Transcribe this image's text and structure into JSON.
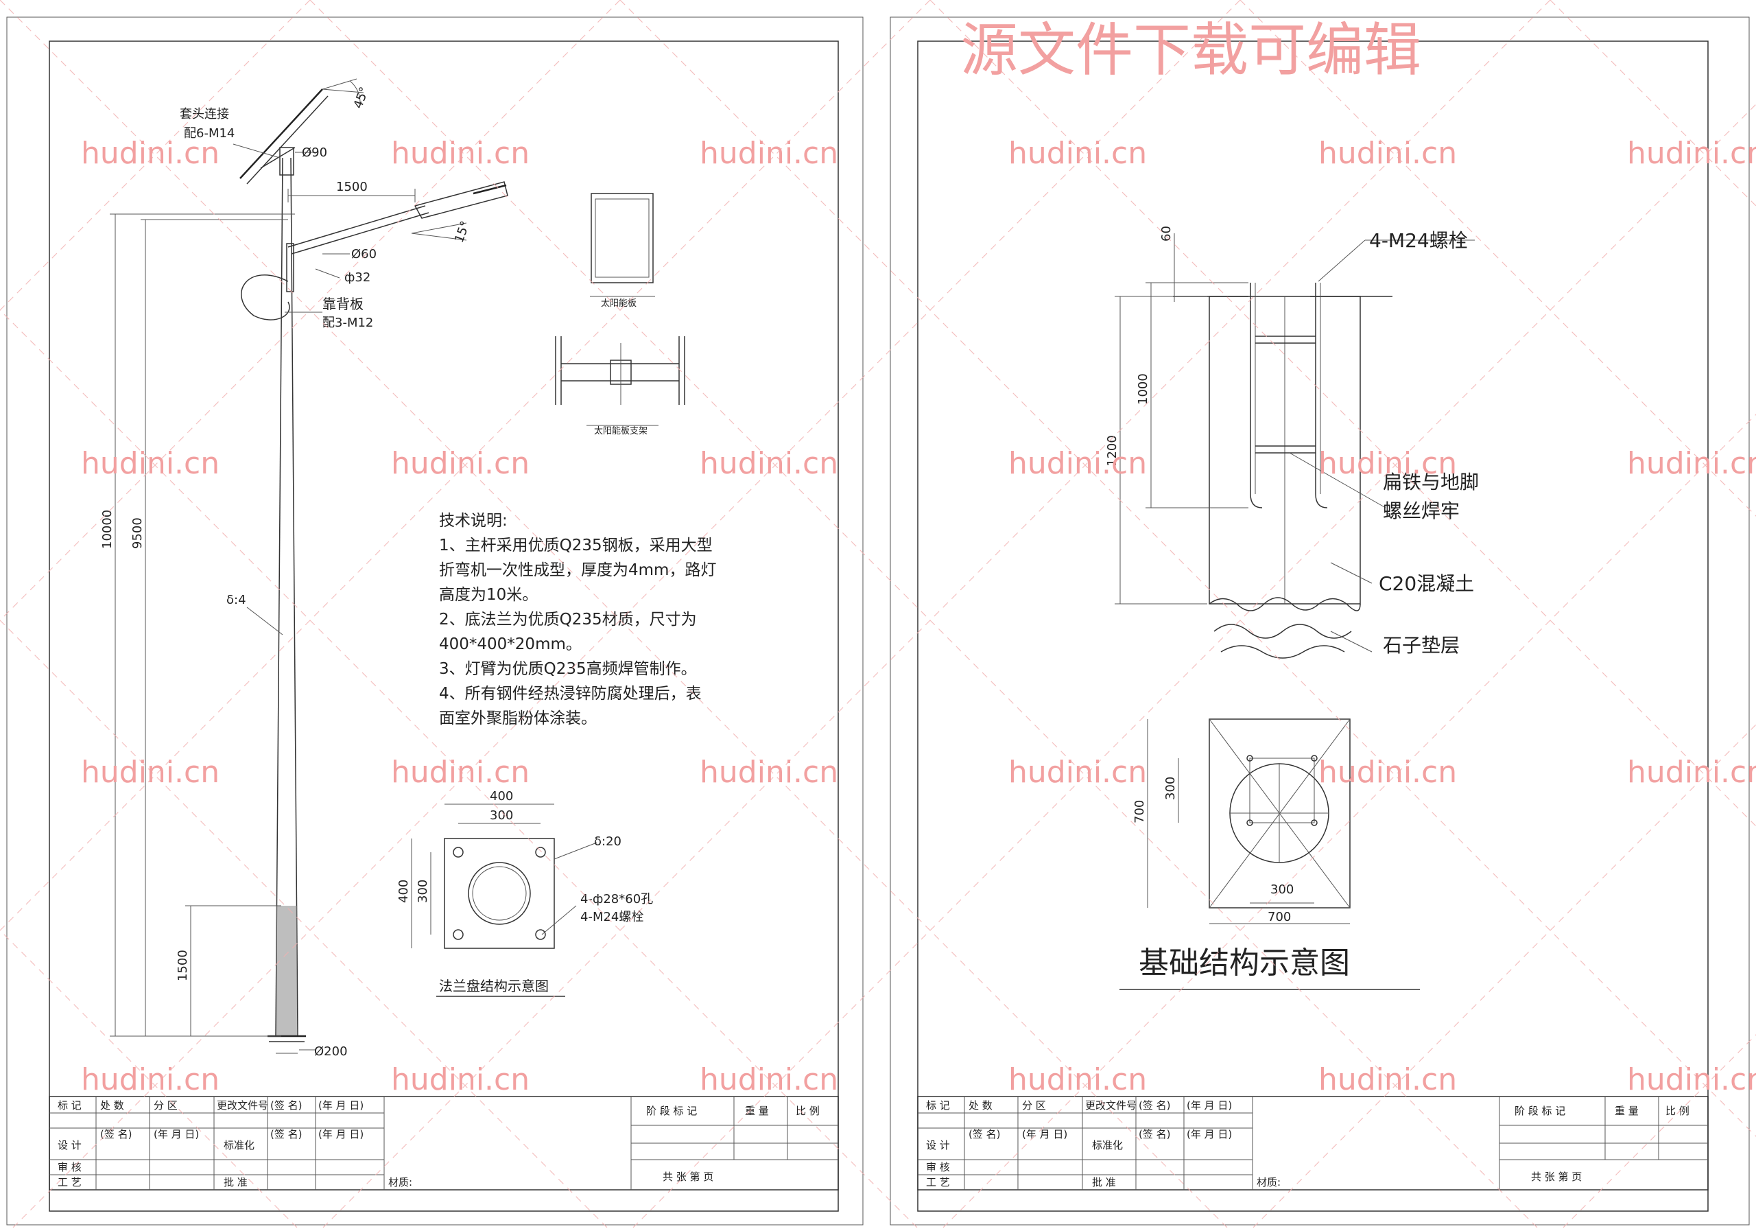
{
  "watermarks": {
    "site": "hudini.cn",
    "banner": "源文件下载可编辑",
    "color": "#f2a0a0"
  },
  "left_sheet": {
    "pole": {
      "top_connector": "套头连接",
      "top_connector_bolts": "配6-M14",
      "angle_panel": "45°",
      "angle_lamp": "15°",
      "dia_top": "Ø90",
      "arm_length": "1500",
      "dia_arm": "Ø60",
      "dia_small": "ф32",
      "back_plate": "靠背板",
      "back_plate_bolts": "配3-M12",
      "height_total": "10000",
      "height_9500": "9500",
      "thickness": "δ:4",
      "height_1500": "1500",
      "dia_base": "Ø200"
    },
    "solar_panel_label": "太阳能板",
    "solar_bracket_label": "太阳能板支架",
    "notes": {
      "heading": "技术说明:",
      "lines": [
        "1、主杆采用优质Q235钢板，采用大型",
        "折弯机一次性成型，厚度为4mm，路灯",
        "高度为10米。",
        "2、底法兰为优质Q235材质，尺寸为",
        "400*400*20mm。",
        "3、灯臂为优质Q235高频焊管制作。",
        "4、所有钢件经热浸锌防腐处理后，表",
        "面室外聚脂粉体涂装。"
      ]
    },
    "flange": {
      "dim_outer": "400",
      "dim_inner": "300",
      "dim_side_outer": "400",
      "dim_side_inner": "300",
      "thickness": "δ:20",
      "holes": "4-ф28*60孔",
      "bolts": "4-M24螺栓",
      "title": "法兰盘结构示意图"
    }
  },
  "right_sheet": {
    "foundation": {
      "dim_top": "60",
      "bolts_label": "4-M24螺栓",
      "dim_1000": "1000",
      "dim_1200": "1200",
      "weld_label_1": "扁铁与地脚",
      "weld_label_2": "螺丝焊牢",
      "concrete_label": "C20混凝土",
      "gravel_label": "石子垫层",
      "plan_700_side": "700",
      "plan_300_side": "300",
      "plan_300_bottom": "300",
      "plan_700_bottom": "700",
      "title": "基础结构示意图"
    }
  },
  "title_block": {
    "row1": [
      "标 记",
      "处 数",
      "分 区",
      "更改文件号",
      "(签 名)",
      "(年 月 日)"
    ],
    "design": "设  计",
    "sign": "(签 名)",
    "date": "(年 月 日)",
    "standard": "标准化",
    "check": "审  核",
    "process": "工  艺",
    "approve": "批  准",
    "material": "材质:",
    "stage": "阶 段 标 记",
    "weight": "重 量",
    "scale": "比 例",
    "pages": "共      张      第      页"
  }
}
